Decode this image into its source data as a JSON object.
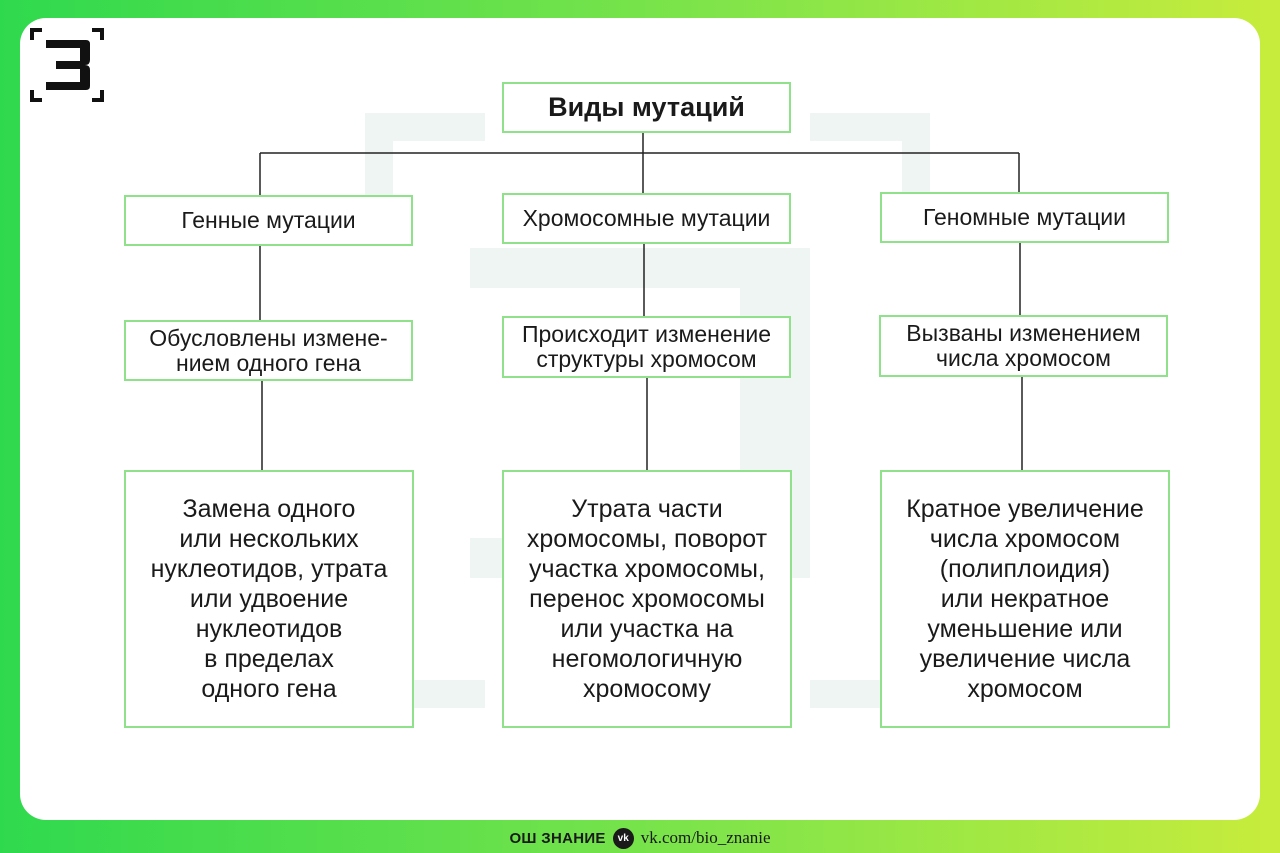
{
  "diagram": {
    "title": "Виды мутаций",
    "columns": [
      {
        "type": "Генные мутации",
        "cause": "Обусловлены измене-\nнием одного гена",
        "detail": "Замена одного\nили нескольких\nнуклеотидов, утрата\nили удвоение\nнуклеотидов\nв пределах\nодного гена"
      },
      {
        "type": "Хромосомные мутации",
        "cause": "Происходит изменение\nструктуры хромосом",
        "detail": "Утрата части\nхромосомы, поворот\nучастка хромосомы,\nперенос хромосомы\nили участка на\nнегомологичную\nхромосому"
      },
      {
        "type": "Геномные мутации",
        "cause": "Вызваны изменением\nчисла хромосом",
        "detail": "Кратное увеличение\nчисла хромосом\n(полиплоидия)\nили некратное\nуменьшение или\nувеличение числа\nхромосом"
      }
    ]
  },
  "footer": {
    "brand": "ОШ ЗНАНИЕ",
    "vk_icon_text": "vk",
    "link": "vk.com/bio_znanie"
  },
  "colors": {
    "box_border": "#8fe28a",
    "gradient_left": "#2fd94e",
    "gradient_right": "#c8ec3c",
    "watermark": "#eef5f3"
  },
  "icons": {
    "logo": "bracket-3-logo-icon",
    "vk": "vk-icon"
  }
}
